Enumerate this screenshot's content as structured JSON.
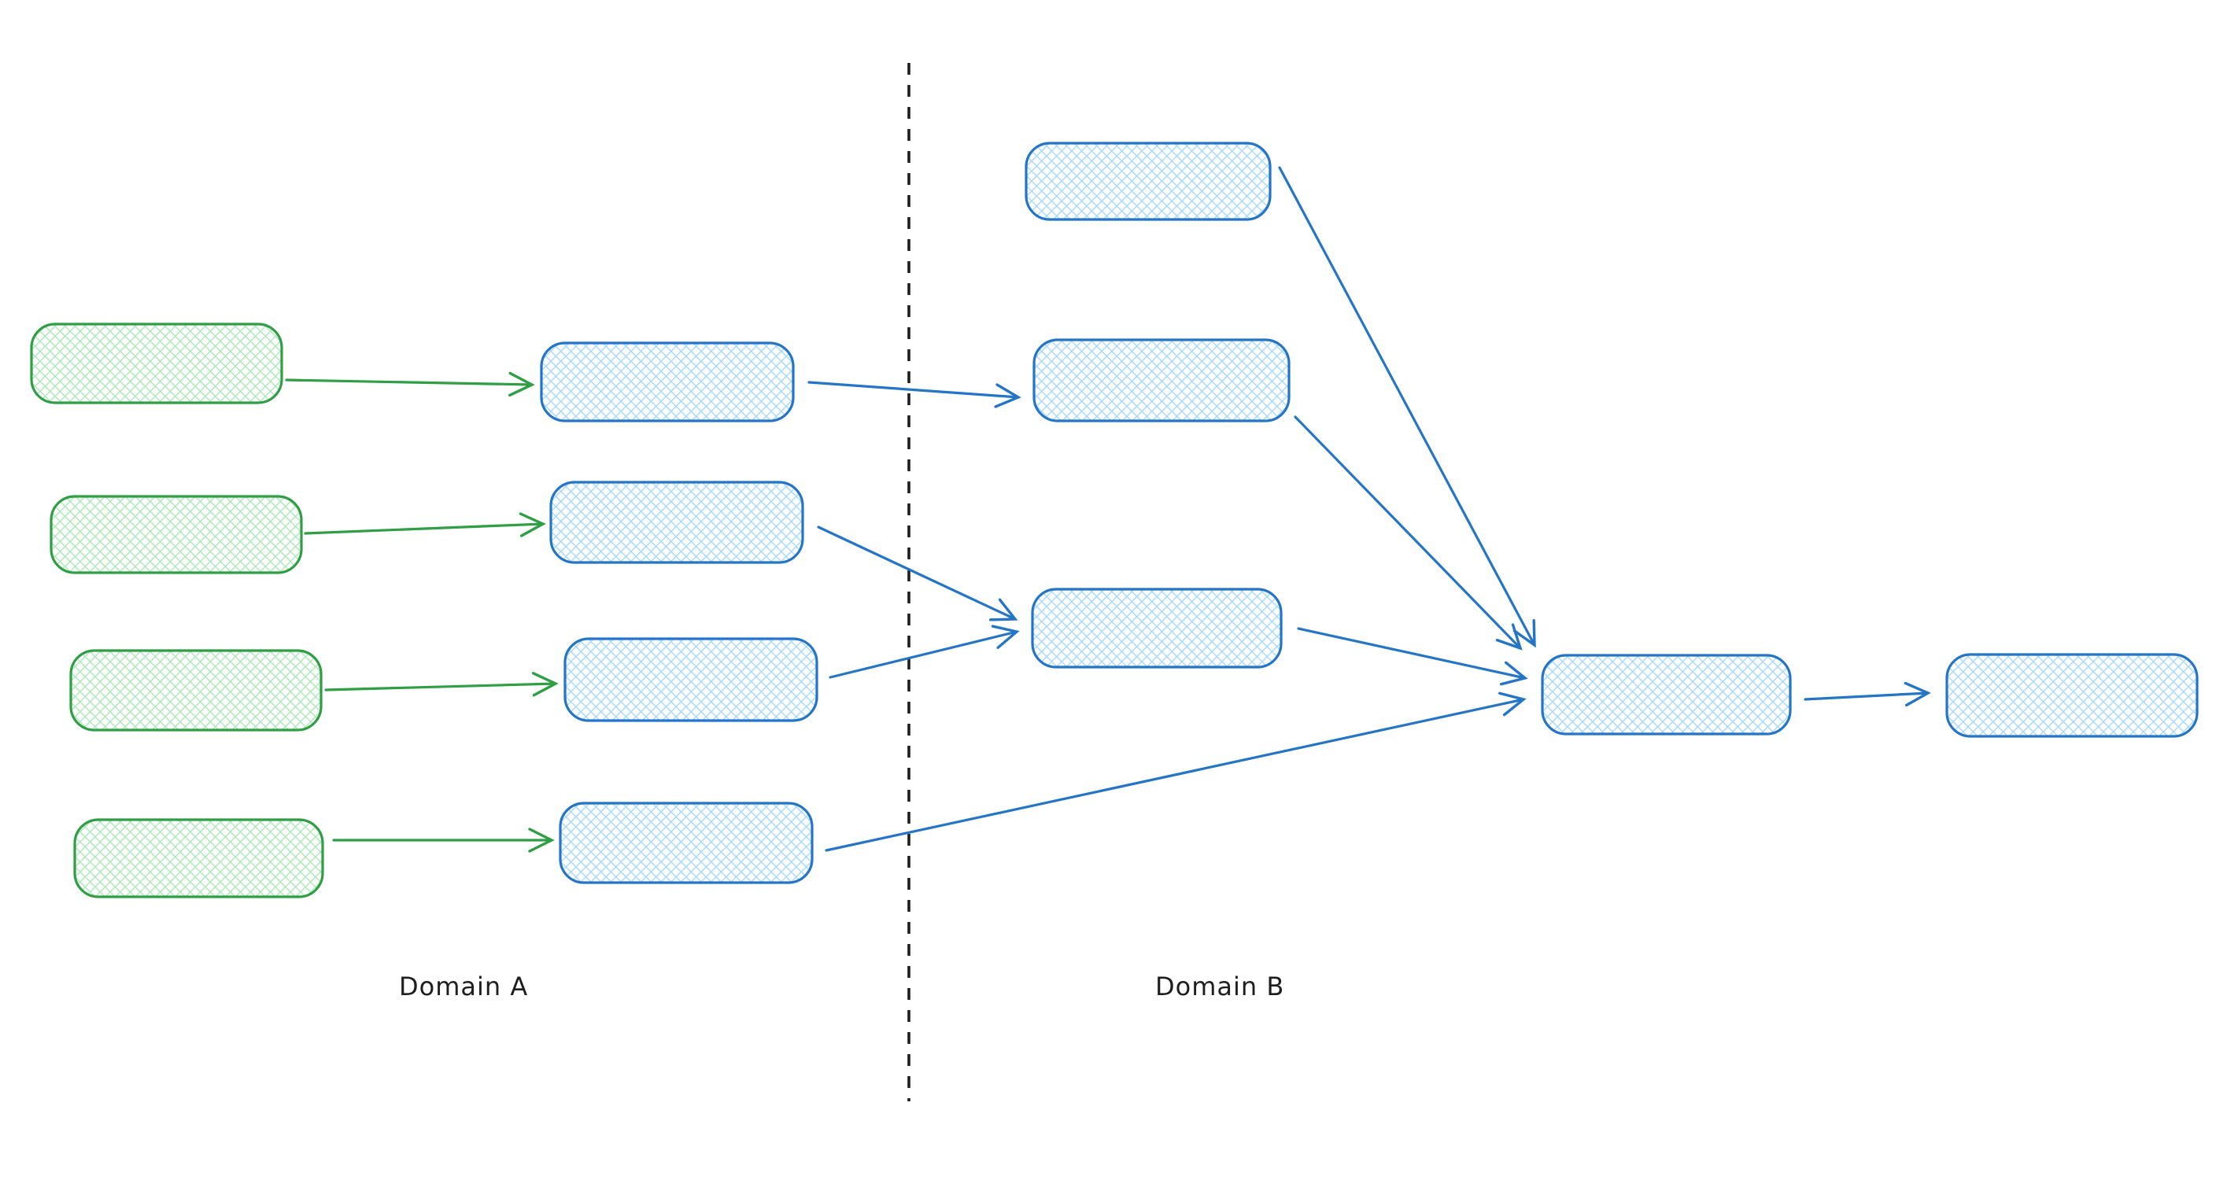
{
  "diagram": {
    "type": "flow-diagram",
    "labels": {
      "domain_a": "Domain A",
      "domain_b": "Domain B"
    },
    "colors": {
      "background": "#ffffff",
      "green_stroke": "#2f9e44",
      "green_hatch": "#abe8b8",
      "blue_stroke": "#2575c7",
      "blue_hatch": "#a5d8ff",
      "divider": "#1e1e1e",
      "label_text": "#1e1e1e"
    },
    "structure": {
      "domain_a": {
        "green_source_nodes": 4,
        "blue_intermediate_nodes": 4
      },
      "domain_b": {
        "blue_input_nodes": 3,
        "merge_nodes": 1,
        "output_nodes": 1
      },
      "divider_style": "vertical dashed line between domains",
      "node_fill_style": "cross-hatch",
      "nodes_contain_text": false
    },
    "edges": [
      {
        "from": "green-source-1",
        "to": "blue-intermediate-1",
        "color": "green"
      },
      {
        "from": "green-source-2",
        "to": "blue-intermediate-2",
        "color": "green"
      },
      {
        "from": "green-source-3",
        "to": "blue-intermediate-3",
        "color": "green"
      },
      {
        "from": "green-source-4",
        "to": "blue-intermediate-4",
        "color": "green"
      },
      {
        "from": "blue-intermediate-1",
        "to": "domain-b-node-2",
        "color": "blue"
      },
      {
        "from": "blue-intermediate-2",
        "to": "domain-b-node-3",
        "color": "blue"
      },
      {
        "from": "blue-intermediate-3",
        "to": "domain-b-node-3",
        "color": "blue"
      },
      {
        "from": "blue-intermediate-4",
        "to": "merge-node",
        "color": "blue"
      },
      {
        "from": "domain-b-node-1",
        "to": "merge-node",
        "color": "blue"
      },
      {
        "from": "domain-b-node-2",
        "to": "merge-node",
        "color": "blue"
      },
      {
        "from": "domain-b-node-3",
        "to": "merge-node",
        "color": "blue"
      },
      {
        "from": "merge-node",
        "to": "output-node",
        "color": "blue"
      }
    ]
  }
}
